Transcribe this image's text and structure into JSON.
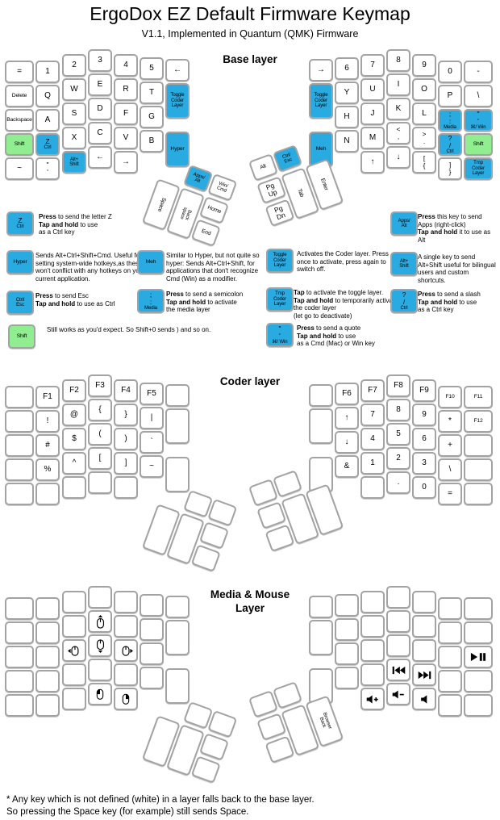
{
  "title": "ErgoDox EZ Default Firmware Keymap",
  "subtitle": "V1.1, Implemented in Quantum (QMK) Firmware",
  "footer": [
    "* Any key which is not defined (white) in a layer falls back to the base layer.",
    "So pressing the Space key (for example) still sends Space."
  ],
  "colors": {
    "blue": "#29abe2",
    "green": "#90ee90",
    "key_border": "#a3a3a3"
  },
  "layers": [
    {
      "name": "Base layer",
      "left": {
        "rows": [
          [
            {
              "l": [
                "="
              ]
            },
            {
              "l": [
                "1"
              ]
            },
            {
              "l": [
                "2"
              ]
            },
            {
              "l": [
                "3"
              ]
            },
            {
              "l": [
                "4"
              ]
            },
            {
              "l": [
                "5"
              ]
            },
            {
              "l": [
                "←"
              ]
            }
          ],
          [
            {
              "l": [
                "Delete"
              ]
            },
            {
              "l": [
                "Q"
              ]
            },
            {
              "l": [
                "W"
              ]
            },
            {
              "l": [
                "E"
              ]
            },
            {
              "l": [
                "R"
              ]
            },
            {
              "l": [
                "T"
              ]
            },
            {
              "c": "b",
              "l": [
                "Toggle",
                "Coder",
                "Layer"
              ]
            }
          ],
          [
            {
              "l": [
                "Backspace"
              ]
            },
            {
              "l": [
                "A"
              ]
            },
            {
              "l": [
                "S"
              ]
            },
            {
              "l": [
                "D"
              ]
            },
            {
              "l": [
                "F"
              ]
            },
            {
              "l": [
                "G"
              ]
            }
          ],
          [
            {
              "c": "g",
              "l": [
                "Shift"
              ]
            },
            {
              "c": "b",
              "l": [
                "Z",
                "Ctrl"
              ]
            },
            {
              "l": [
                "X"
              ]
            },
            {
              "l": [
                "C"
              ]
            },
            {
              "l": [
                "V"
              ]
            },
            {
              "l": [
                "B"
              ]
            },
            {
              "c": "b",
              "l": [
                "Hyper"
              ]
            }
          ],
          [
            {
              "l": [
                "~"
              ]
            },
            {
              "l": [
                "\"",
                "'"
              ]
            },
            {
              "c": "b",
              "l": [
                "Alt+",
                "Shift"
              ]
            },
            {
              "l": [
                "←"
              ]
            },
            {
              "l": [
                "→"
              ]
            }
          ]
        ],
        "thumb": [
          {
            "c": "b",
            "l": [
              "Apps/",
              "Alt"
            ]
          },
          {
            "l": [
              "Win/",
              "Cmd"
            ]
          },
          {
            "l": [
              "Space"
            ]
          },
          {
            "l": [
              "Back",
              "space"
            ]
          },
          {
            "l": [
              "Home"
            ]
          },
          {
            "l": [
              "End"
            ]
          }
        ]
      },
      "right": {
        "rows": [
          [
            {
              "l": [
                "→"
              ]
            },
            {
              "l": [
                "6"
              ]
            },
            {
              "l": [
                "7"
              ]
            },
            {
              "l": [
                "8"
              ]
            },
            {
              "l": [
                "9"
              ]
            },
            {
              "l": [
                "0"
              ]
            },
            {
              "l": [
                "-"
              ]
            }
          ],
          [
            {
              "c": "b",
              "l": [
                "Toggle",
                "Coder",
                "Layer"
              ]
            },
            {
              "l": [
                "Y"
              ]
            },
            {
              "l": [
                "U"
              ]
            },
            {
              "l": [
                "I"
              ]
            },
            {
              "l": [
                "O"
              ]
            },
            {
              "l": [
                "P"
              ]
            },
            {
              "l": [
                "\\"
              ]
            }
          ],
          [
            {
              "l": [
                "H"
              ]
            },
            {
              "l": [
                "J"
              ]
            },
            {
              "l": [
                "K"
              ]
            },
            {
              "l": [
                "L"
              ]
            },
            {
              "c": "b",
              "l": [
                ";",
                ":",
                "Media"
              ]
            },
            {
              "c": "b",
              "l": [
                "\"",
                "'",
                "⌘/ Win"
              ]
            }
          ],
          [
            {
              "c": "b",
              "l": [
                "Meh"
              ]
            },
            {
              "l": [
                "N"
              ]
            },
            {
              "l": [
                "M"
              ]
            },
            {
              "l": [
                "<",
                ","
              ]
            },
            {
              "l": [
                ">",
                "."
              ]
            },
            {
              "c": "b",
              "l": [
                "?",
                "/",
                "Ctrl"
              ]
            },
            {
              "c": "g",
              "l": [
                "Shift"
              ]
            }
          ],
          [
            {
              "l": [
                "↑"
              ]
            },
            {
              "l": [
                "↓"
              ]
            },
            {
              "l": [
                "[",
                "{"
              ]
            },
            {
              "l": [
                "]",
                "}"
              ]
            },
            {
              "c": "b",
              "l": [
                "Tmp",
                "Coder",
                "Layer"
              ]
            }
          ]
        ],
        "thumb": [
          {
            "l": [
              "Alt"
            ]
          },
          {
            "c": "b",
            "l": [
              "Ctrl/",
              "Esc"
            ]
          },
          {
            "l": [
              "Pg",
              "Up"
            ]
          },
          {
            "l": [
              "Tab"
            ]
          },
          {
            "l": [
              "Enter"
            ]
          },
          {
            "l": [
              "Pg",
              "Dn"
            ]
          }
        ]
      }
    },
    {
      "name": "Coder layer",
      "left": {
        "rows": [
          [
            null,
            {
              "l": [
                "F1"
              ]
            },
            {
              "l": [
                "F2"
              ]
            },
            {
              "l": [
                "F3"
              ]
            },
            {
              "l": [
                "F4"
              ]
            },
            {
              "l": [
                "F5"
              ]
            },
            null
          ],
          [
            null,
            {
              "l": [
                "!"
              ]
            },
            {
              "l": [
                "@"
              ]
            },
            {
              "l": [
                "{"
              ]
            },
            {
              "l": [
                "}"
              ]
            },
            {
              "l": [
                "|"
              ]
            },
            null
          ],
          [
            null,
            {
              "l": [
                "#"
              ]
            },
            {
              "l": [
                "$"
              ]
            },
            {
              "l": [
                "("
              ]
            },
            {
              "l": [
                ")"
              ]
            },
            {
              "l": [
                "`"
              ]
            }
          ],
          [
            null,
            {
              "l": [
                "%"
              ]
            },
            {
              "l": [
                "^"
              ]
            },
            {
              "l": [
                "["
              ]
            },
            {
              "l": [
                "]"
              ]
            },
            {
              "l": [
                "~"
              ]
            },
            null
          ],
          [
            null,
            null,
            null,
            null,
            null
          ]
        ],
        "thumb": [
          null,
          null,
          null,
          null,
          null,
          null
        ]
      },
      "right": {
        "rows": [
          [
            null,
            {
              "l": [
                "F6"
              ]
            },
            {
              "l": [
                "F7"
              ]
            },
            {
              "l": [
                "F8"
              ]
            },
            {
              "l": [
                "F9"
              ]
            },
            {
              "l": [
                "F10"
              ]
            },
            {
              "l": [
                "F11"
              ]
            }
          ],
          [
            null,
            {
              "l": [
                "↑"
              ]
            },
            {
              "l": [
                "7"
              ]
            },
            {
              "l": [
                "8"
              ]
            },
            {
              "l": [
                "9"
              ]
            },
            {
              "l": [
                "*"
              ]
            },
            {
              "l": [
                "F12"
              ]
            }
          ],
          [
            {
              "l": [
                "↓"
              ]
            },
            {
              "l": [
                "4"
              ]
            },
            {
              "l": [
                "5"
              ]
            },
            {
              "l": [
                "6"
              ]
            },
            {
              "l": [
                "+"
              ]
            },
            null
          ],
          [
            null,
            {
              "l": [
                "&"
              ]
            },
            {
              "l": [
                "1"
              ]
            },
            {
              "l": [
                "2"
              ]
            },
            {
              "l": [
                "3"
              ]
            },
            {
              "l": [
                "\\"
              ]
            },
            null
          ],
          [
            null,
            {
              "l": [
                "."
              ]
            },
            {
              "l": [
                "0"
              ]
            },
            {
              "l": [
                "="
              ]
            },
            null
          ]
        ],
        "thumb": [
          null,
          null,
          null,
          null,
          null,
          null
        ]
      }
    },
    {
      "name": "Media & Mouse Layer",
      "left": {
        "rows": [
          [
            null,
            null,
            null,
            null,
            null,
            null,
            null
          ],
          [
            null,
            null,
            null,
            {
              "i": "mouse-up"
            },
            null,
            null,
            null
          ],
          [
            null,
            null,
            {
              "i": "mouse-left"
            },
            {
              "i": "mouse-down"
            },
            {
              "i": "mouse-right"
            },
            null
          ],
          [
            null,
            null,
            null,
            null,
            null,
            null,
            null
          ],
          [
            null,
            null,
            null,
            {
              "i": "mouse-button-left"
            },
            {
              "i": "mouse-button-right"
            }
          ]
        ],
        "thumb": [
          null,
          null,
          null,
          null,
          null,
          null
        ]
      },
      "right": {
        "rows": [
          [
            null,
            null,
            null,
            null,
            null,
            null,
            null
          ],
          [
            null,
            null,
            null,
            null,
            null,
            null,
            null
          ],
          [
            null,
            null,
            null,
            null,
            null,
            {
              "i": "play-pause"
            }
          ],
          [
            null,
            null,
            null,
            {
              "i": "prev-track"
            },
            {
              "i": "next-track"
            },
            null,
            null
          ],
          [
            {
              "i": "volume-up"
            },
            {
              "i": "volume-down"
            },
            {
              "i": "mute"
            },
            null,
            null
          ]
        ],
        "thumb": [
          null,
          null,
          null,
          null,
          {
            "l": [
              "Browser",
              "Back"
            ]
          },
          null
        ]
      }
    }
  ],
  "legend": [
    {
      "key": {
        "c": "b",
        "l": [
          "Z",
          "Ctrl"
        ]
      },
      "html": "<b>Press</b> to send the letter Z<br><b>Tap and hold</b> to use<br>as a Ctrl key"
    },
    {
      "key": {
        "c": "b",
        "l": [
          "Apps/",
          "Alt"
        ]
      },
      "html": "<b>Press</b> this key to send Apps (right-click)<br><b>Tap and hold</b> it to use as Alt"
    },
    {
      "key": {
        "c": "b",
        "l": [
          "Hyper"
        ]
      },
      "html": "Sends Alt+Ctrl+Shift+Cmd. Useful for setting system-wide hotkeys,as these won't conflict with any hotkeys on your current application."
    },
    {
      "key": {
        "c": "b",
        "l": [
          "Meh"
        ]
      },
      "html": "Similar to Hyper, but not quite so hyper: Sends Alt+Ctrl+Shift, for applications that don't recognize Cmd (Win) as a modifier."
    },
    {
      "key": {
        "c": "b",
        "l": [
          "Toggle",
          "Coder",
          "Layer"
        ]
      },
      "html": "Activates the Coder layer. Press once to activate, press again to switch off."
    },
    {
      "key": {
        "c": "b",
        "l": [
          "Alt+",
          "Shift"
        ]
      },
      "html": "A single key to send Alt+Shift useful for bilingual users and custom shortcuts."
    },
    {
      "key": {
        "c": "b",
        "l": [
          "Ctrl/",
          "Esc"
        ]
      },
      "html": "<b>Press</b> to send Esc<br><b>Tap and hold</b> to use as Ctrl"
    },
    {
      "key": {
        "c": "b",
        "l": [
          ";",
          ":",
          "Media"
        ]
      },
      "html": "<b>Press</b> to send a semicolon<br><b>Tap and hold</b> to activate<br>the media layer"
    },
    {
      "key": {
        "c": "b",
        "l": [
          "Tmp",
          "Coder",
          "Layer"
        ]
      },
      "html": "<b>Tap</b> to activate the toggle layer.<br><b>Tap and hold</b> to temporarily activate the coder layer<br>(let go to deactivate)"
    },
    {
      "key": {
        "c": "b",
        "l": [
          "?",
          "/",
          "Ctrl"
        ]
      },
      "html": "<b>Press</b> to send a slash<br><b>Tap and hold</b> to use<br>as a Ctrl key"
    },
    {
      "key": {
        "c": "g",
        "l": [
          "Shift"
        ]
      },
      "html": "Still works as you'd expect. So Shift+0 sends ) and so on."
    },
    {
      "key": {
        "c": "b",
        "l": [
          "\"",
          "'",
          "⌘/ Win"
        ]
      },
      "html": "<b>Press</b> to send a quote<br><b>Tap and hold</b> to use<br>as a Cmd (Mac) or Win key"
    }
  ]
}
